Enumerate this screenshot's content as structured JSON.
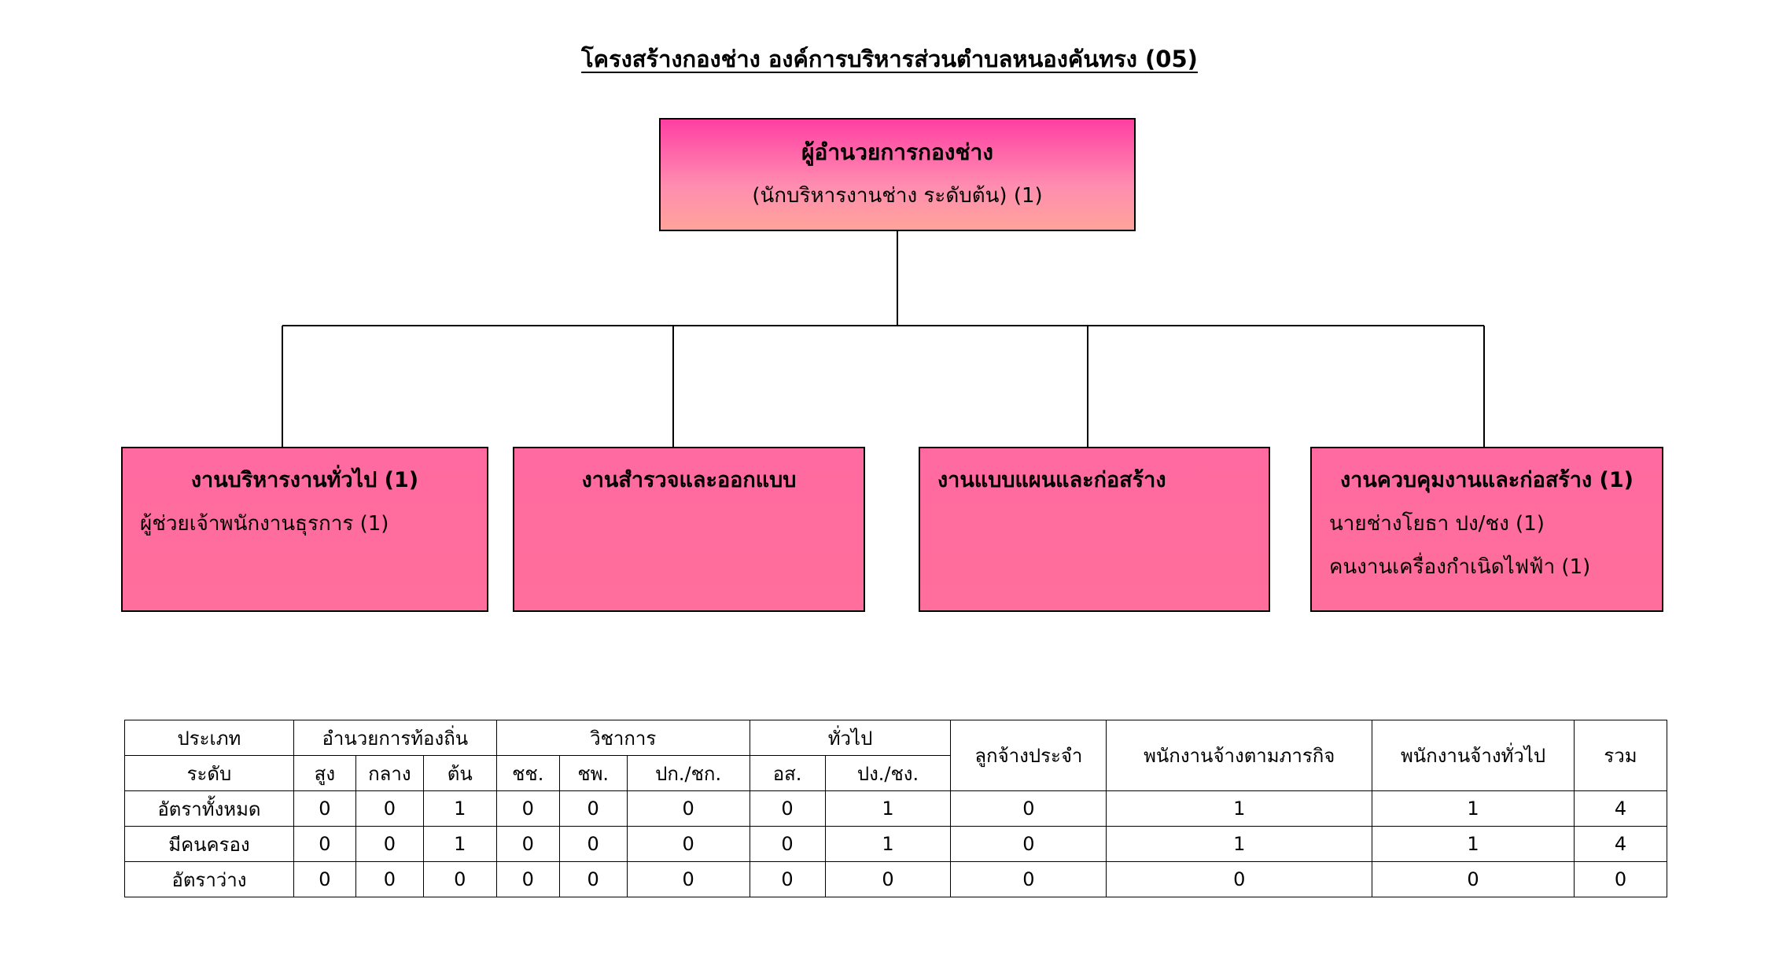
{
  "title": "โครงสร้างกองช่าง องค์การบริหารส่วนตำบลหนองคันทรง (05)",
  "head": {
    "title": "ผู้อำนวยการกองช่าง",
    "subtitle": "(นักบริหารงานช่าง ระดับต้น)  (1)"
  },
  "units": [
    {
      "title": "งานบริหารงานทั่วไป (1)",
      "lines": [
        "ผู้ช่วยเจ้าพนักงานธุรการ (1)"
      ]
    },
    {
      "title": "งานสำรวจและออกแบบ",
      "lines": []
    },
    {
      "title": "งานแบบแผนและก่อสร้าง",
      "lines": []
    },
    {
      "title": "งานควบคุมงานและก่อสร้าง (1)",
      "lines": [
        "นายช่างโยธา ปง/ชง (1)",
        "คนงานเครื่องกำเนิดไฟฟ้า (1)"
      ]
    }
  ],
  "table": {
    "type_label": "ประเภท",
    "level_label": "ระดับ",
    "groups": [
      "อำนวยการท้องถิ่น",
      "วิชาการ",
      "ทั่วไป"
    ],
    "sub_headers": [
      "สูง",
      "กลาง",
      "ต้น",
      "ชช.",
      "ชพ.",
      "ปก./ชก.",
      "อส.",
      "ปง./ชง."
    ],
    "extra_headers": [
      "ลูกจ้างประจำ",
      "พนักงานจ้างตามภารกิจ",
      "พนักงานจ้างทั่วไป",
      "รวม"
    ],
    "rows": [
      {
        "label": "อัตราทั้งหมด",
        "values": [
          "0",
          "0",
          "1",
          "0",
          "0",
          "0",
          "0",
          "1",
          "0",
          "1",
          "1",
          "4"
        ]
      },
      {
        "label": "มีคนครอง",
        "values": [
          "0",
          "0",
          "1",
          "0",
          "0",
          "0",
          "0",
          "1",
          "0",
          "1",
          "1",
          "4"
        ]
      },
      {
        "label": "อัตราว่าง",
        "values": [
          "0",
          "0",
          "0",
          "0",
          "0",
          "0",
          "0",
          "0",
          "0",
          "0",
          "0",
          "0"
        ]
      }
    ]
  }
}
